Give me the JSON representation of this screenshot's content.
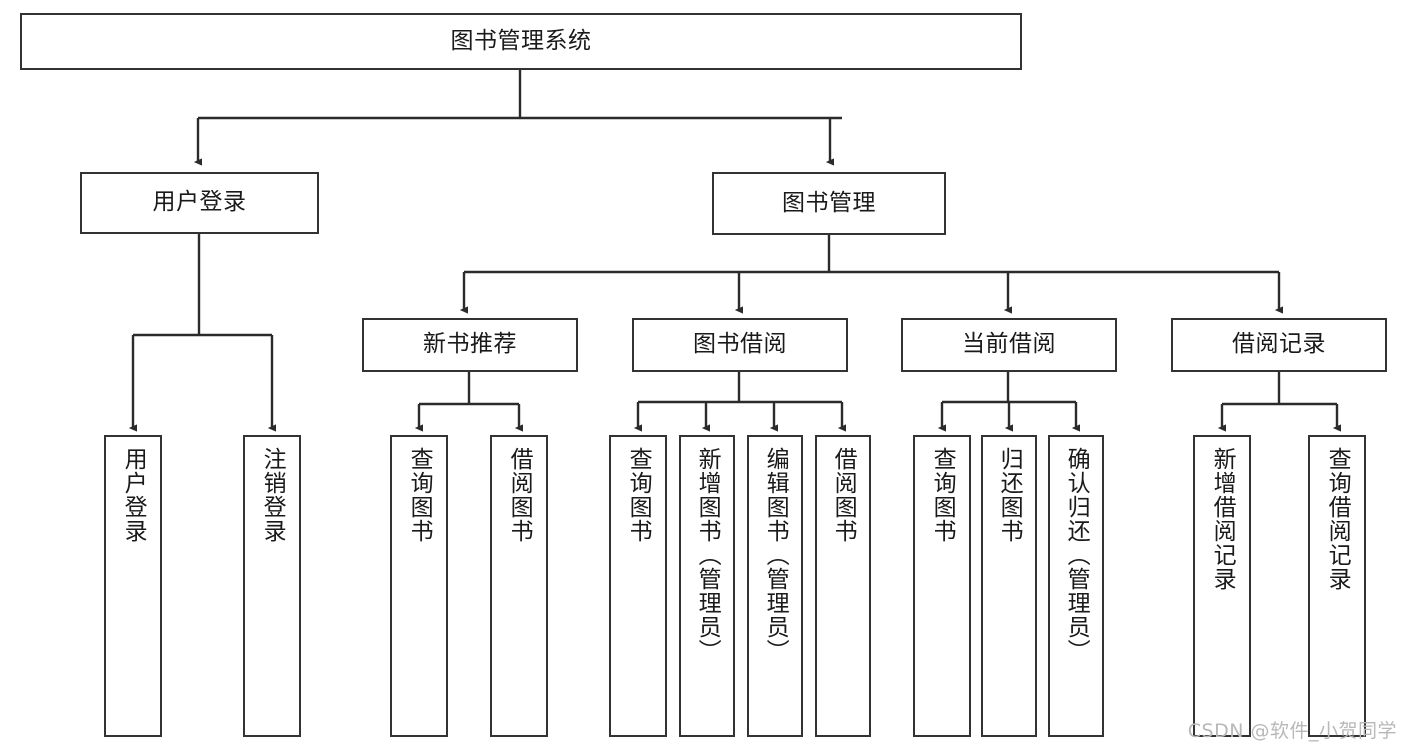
{
  "diagram": {
    "type": "tree-hierarchy",
    "title": "图书管理系统",
    "watermark": "CSDN @软件_小贺同学",
    "colors": {
      "background": "#ffffff",
      "node_border": "#333333",
      "node_fill": "#ffffff",
      "edge": "#333333",
      "text": "#1a1a1a",
      "watermark": "#b8b8b8"
    },
    "nodes": {
      "root": {
        "label": "图书管理系统"
      },
      "level2": [
        {
          "id": "user-login",
          "label": "用户登录"
        },
        {
          "id": "book-management",
          "label": "图书管理"
        }
      ],
      "level3": [
        {
          "id": "new-book-recommend",
          "label": "新书推荐"
        },
        {
          "id": "book-borrow",
          "label": "图书借阅"
        },
        {
          "id": "current-borrow",
          "label": "当前借阅"
        },
        {
          "id": "borrow-record",
          "label": "借阅记录"
        }
      ],
      "leaves": {
        "user_login": [
          {
            "id": "leaf-user-login",
            "label": "用户登录"
          },
          {
            "id": "leaf-logout-login",
            "label": "注销登录"
          }
        ],
        "new_book_recommend": [
          {
            "id": "leaf-query-book-1",
            "label": "查询图书"
          },
          {
            "id": "leaf-borrow-book-1",
            "label": "借阅图书"
          }
        ],
        "book_borrow": [
          {
            "id": "leaf-query-book-2",
            "label": "查询图书"
          },
          {
            "id": "leaf-add-book",
            "label": "新增图书（管理员）"
          },
          {
            "id": "leaf-edit-book",
            "label": "编辑图书（管理员）"
          },
          {
            "id": "leaf-borrow-book-2",
            "label": "借阅图书"
          }
        ],
        "current_borrow": [
          {
            "id": "leaf-query-book-3",
            "label": "查询图书"
          },
          {
            "id": "leaf-return-book",
            "label": "归还图书"
          },
          {
            "id": "leaf-confirm-return",
            "label": "确认归还（管理员）"
          }
        ],
        "borrow_record": [
          {
            "id": "leaf-add-borrow-record",
            "label": "新增借阅记录"
          },
          {
            "id": "leaf-query-borrow-record",
            "label": "查询借阅记录"
          }
        ]
      }
    }
  }
}
